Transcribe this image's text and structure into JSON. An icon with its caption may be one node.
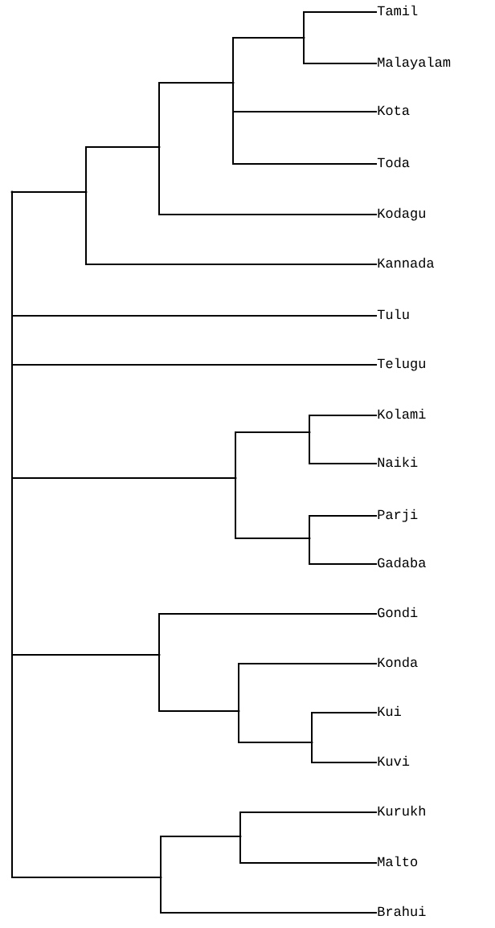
{
  "diagram": {
    "nodes": [
      {
        "text": [],
        "shape": "point"
      },
      {
        "text": [],
        "shape": "point"
      },
      {
        "text": [],
        "shape": "point"
      },
      {
        "text": [],
        "shape": "point"
      },
      {
        "text": [],
        "shape": "point"
      },
      {
        "text": [
          "Tamil"
        ]
      },
      {
        "text": [
          "Malayalam"
        ]
      },
      {
        "text": [
          "Kota"
        ]
      },
      {
        "text": [
          "Toda"
        ]
      },
      {
        "text": [
          "Kodagu"
        ]
      },
      {
        "text": [
          "Kannada"
        ]
      },
      {
        "text": [
          "Tulu"
        ]
      },
      {
        "text": [
          "Telugu"
        ]
      },
      {
        "text": [],
        "shape": "point"
      },
      {
        "text": [],
        "shape": "point"
      },
      {
        "text": [
          "Kolami"
        ]
      },
      {
        "text": [
          "Naiki"
        ]
      },
      {
        "text": [],
        "shape": "point"
      },
      {
        "text": [
          "Parji"
        ]
      },
      {
        "text": [
          "Gadaba"
        ]
      },
      {
        "text": [],
        "shape": "point"
      },
      {
        "text": [
          "Gondi"
        ]
      },
      {
        "text": [],
        "shape": "point"
      },
      {
        "text": [
          "Konda"
        ]
      },
      {
        "text": [],
        "shape": "point"
      },
      {
        "text": [
          "Kui"
        ]
      },
      {
        "text": [
          "Kuvi"
        ]
      },
      {
        "text": [],
        "shape": "point"
      },
      {
        "text": [],
        "shape": "point"
      },
      {
        "text": [
          "Kurukh"
        ]
      },
      {
        "text": [
          "Malto"
        ]
      },
      {
        "text": [
          "Brahui"
        ]
      }
    ],
    "edges": [
      {
        "from": 0,
        "to": 1,
        "arrow": "none"
      },
      {
        "from": 1,
        "to": 2,
        "arrow": "none"
      },
      {
        "from": 2,
        "to": 3,
        "arrow": "none"
      },
      {
        "from": 3,
        "to": 4,
        "arrow": "none"
      },
      {
        "from": 4,
        "to": 5,
        "arrow": "none"
      },
      {
        "from": 4,
        "to": 6,
        "arrow": "none"
      },
      {
        "from": 3,
        "to": 7,
        "arrow": "none"
      },
      {
        "from": 3,
        "to": 8,
        "arrow": "none"
      },
      {
        "from": 2,
        "to": 9,
        "arrow": "none"
      },
      {
        "from": 1,
        "to": 10,
        "arrow": "none"
      },
      {
        "from": 0,
        "to": 11,
        "arrow": "none"
      },
      {
        "from": 0,
        "to": 12,
        "arrow": "none"
      },
      {
        "from": 0,
        "to": 13,
        "arrow": "none"
      },
      {
        "from": 13,
        "to": 14,
        "arrow": "none"
      },
      {
        "from": 14,
        "to": 15,
        "arrow": "none"
      },
      {
        "from": 14,
        "to": 16,
        "arrow": "none"
      },
      {
        "from": 13,
        "to": 17,
        "arrow": "none"
      },
      {
        "from": 17,
        "to": 18,
        "arrow": "none"
      },
      {
        "from": 17,
        "to": 19,
        "arrow": "none"
      },
      {
        "from": 0,
        "to": 20,
        "arrow": "none"
      },
      {
        "from": 20,
        "to": 21,
        "arrow": "none"
      },
      {
        "from": 20,
        "to": 22,
        "arrow": "none"
      },
      {
        "from": 22,
        "to": 23,
        "arrow": "none"
      },
      {
        "from": 22,
        "to": 24,
        "arrow": "none"
      },
      {
        "from": 24,
        "to": 25,
        "arrow": "none"
      },
      {
        "from": 24,
        "to": 26,
        "arrow": "none"
      },
      {
        "from": 0,
        "to": 27,
        "arrow": "none"
      },
      {
        "from": 27,
        "to": 28,
        "arrow": "none"
      },
      {
        "from": 28,
        "to": 29,
        "arrow": "none"
      },
      {
        "from": 28,
        "to": 30,
        "arrow": "none"
      },
      {
        "from": 27,
        "to": 31,
        "arrow": "none"
      }
    ]
  }
}
